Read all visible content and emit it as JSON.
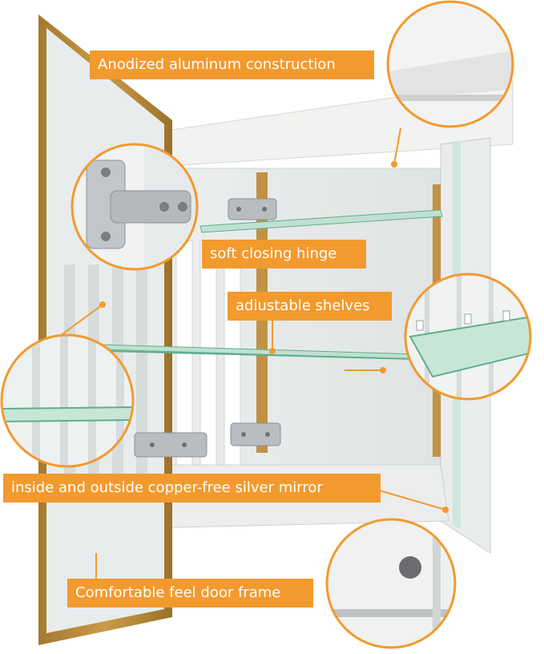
{
  "colors": {
    "accent_orange": "#f29a2e",
    "gold_frame": "#b88a3c",
    "glass_green": "#5fae8e",
    "cabinet_white": "#f4f4f2",
    "hardware_silver": "#b9bcc0"
  },
  "callouts": {
    "aluminum": "Anodized aluminum construction",
    "hinge": "soft closing hinge",
    "shelves": "adiustable shelves",
    "mirror": "inside and outside  copper-free silver mirror",
    "frame": "Comfortable feel door frame"
  },
  "icons": {
    "hinge_detail": "hinge-icon",
    "shelf_clip": "shelf-clip-icon",
    "door_knob": "knob-icon"
  }
}
